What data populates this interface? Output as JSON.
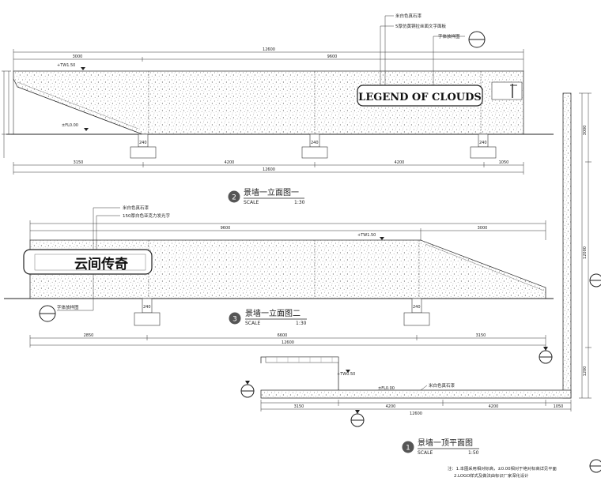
{
  "elevation_1": {
    "title": "景墙一立面图一",
    "number": "2",
    "scale_label": "SCALE",
    "scale_value": "1:30",
    "logo_text": "LEGEND OF CLOUDS",
    "notes": [
      "米白色真石漆",
      "5厚仿黄铜拉丝面文字面板",
      "字体放样图"
    ],
    "level_top": "+TW1.50",
    "level_floor": "±FL0.00",
    "dims_top": [
      "12600",
      "3000",
      "9600"
    ],
    "dims_bottom": [
      "3150",
      "4200",
      "4200",
      "1050"
    ],
    "dim_total": "12600",
    "footing": [
      "240",
      "240",
      "240"
    ]
  },
  "elevation_2": {
    "title": "景墙一立面图二",
    "number": "3",
    "scale_label": "SCALE",
    "scale_value": "1:30",
    "logo_text": "云间传奇",
    "notes": [
      "米白色真石漆",
      "150厚白色亚克力发光字",
      "字体放样图"
    ],
    "level_top": "+TW1.50",
    "dims_top": [
      "9600",
      "3000"
    ],
    "dims_bottom": [
      "2850",
      "6600",
      "3150"
    ],
    "dim_total": "12600",
    "footing": [
      "240",
      "240"
    ]
  },
  "plan": {
    "title": "景墙一顶平面图",
    "number": "1",
    "scale_label": "SCALE",
    "scale_value": "1:50",
    "level_top": "+TW0.50",
    "level_floor": "±FL0.00",
    "note": "米白色真石漆",
    "dims": [
      "3150",
      "4200",
      "4200",
      "1050"
    ],
    "dim_total": "12600",
    "side_dims": [
      "12000",
      "3000",
      "1200"
    ]
  },
  "footnotes": [
    "注：1.本图采用相对标高，±0.00相对于绝对标高详见平面",
    "2.LOGO样式及做法由标识厂家深化设计"
  ]
}
